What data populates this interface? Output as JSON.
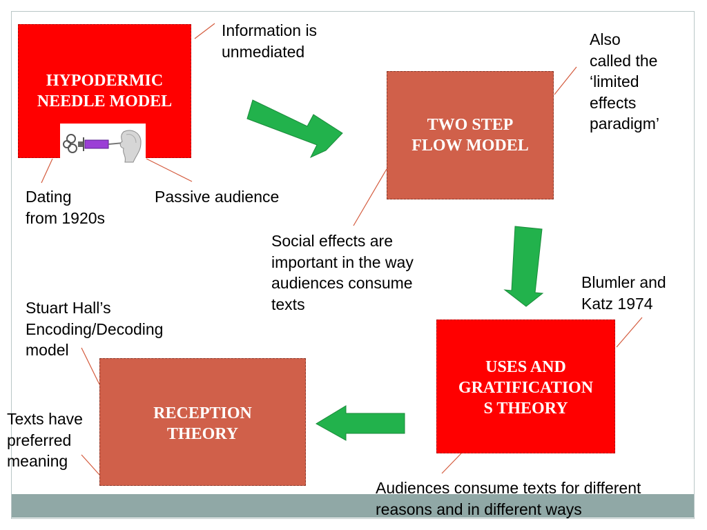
{
  "models": {
    "hypodermic": "HYPODERMIC\nNEEDLE MODEL",
    "two_step": "TWO STEP\nFLOW MODEL",
    "uses": "USES AND\nGRATIFICATION\nS THEORY",
    "reception": "RECEPTION\nTHEORY"
  },
  "notes": {
    "information": "Information is\nunmediated",
    "also_called": "Also\ncalled the\n‘limited\neffects\nparadigm’",
    "dating": "Dating\nfrom 1920s",
    "passive": "Passive audience",
    "social": "Social effects are\nimportant in the way\naudiences consume\ntexts",
    "blumler": "Blumler and\nKatz 1974",
    "stuart": "Stuart Hall’s\nEncoding/Decoding\nmodel",
    "texts": "Texts have\npreferred\nmeaning",
    "audiences": "Audiences consume texts for different\nreasons and in different ways"
  },
  "colors": {
    "red_box": "#ff0000",
    "brick_box": "#d0604a",
    "arrow_green": "#22b24c",
    "bottom_bar": "#90a8a6"
  },
  "icons": [
    "syringe-head-icon"
  ]
}
